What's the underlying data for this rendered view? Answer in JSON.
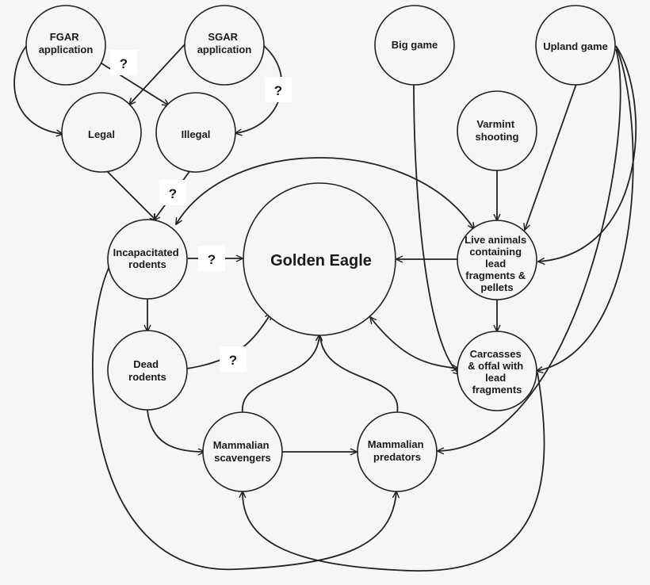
{
  "diagram": {
    "nodes": {
      "fgar": [
        "FGAR",
        "application"
      ],
      "sgar": [
        "SGAR",
        "application"
      ],
      "big_game": [
        "Big game"
      ],
      "upland_game": [
        "Upland game"
      ],
      "legal": [
        "Legal"
      ],
      "illegal": [
        "Illegal"
      ],
      "varmint": [
        "Varmint",
        "shooting"
      ],
      "incap": [
        "Incapacitated",
        "rodents"
      ],
      "eagle": [
        "Golden Eagle"
      ],
      "live": [
        "Live animals",
        "containing",
        "lead",
        "fragments &",
        "pellets"
      ],
      "dead": [
        "Dead",
        "rodents"
      ],
      "carcass": [
        "Carcasses",
        "& offal with",
        "lead",
        "fragments"
      ],
      "scav": [
        "Mammalian",
        "scavengers"
      ],
      "pred": [
        "Mammalian",
        "predators"
      ]
    },
    "question_mark": "?"
  }
}
